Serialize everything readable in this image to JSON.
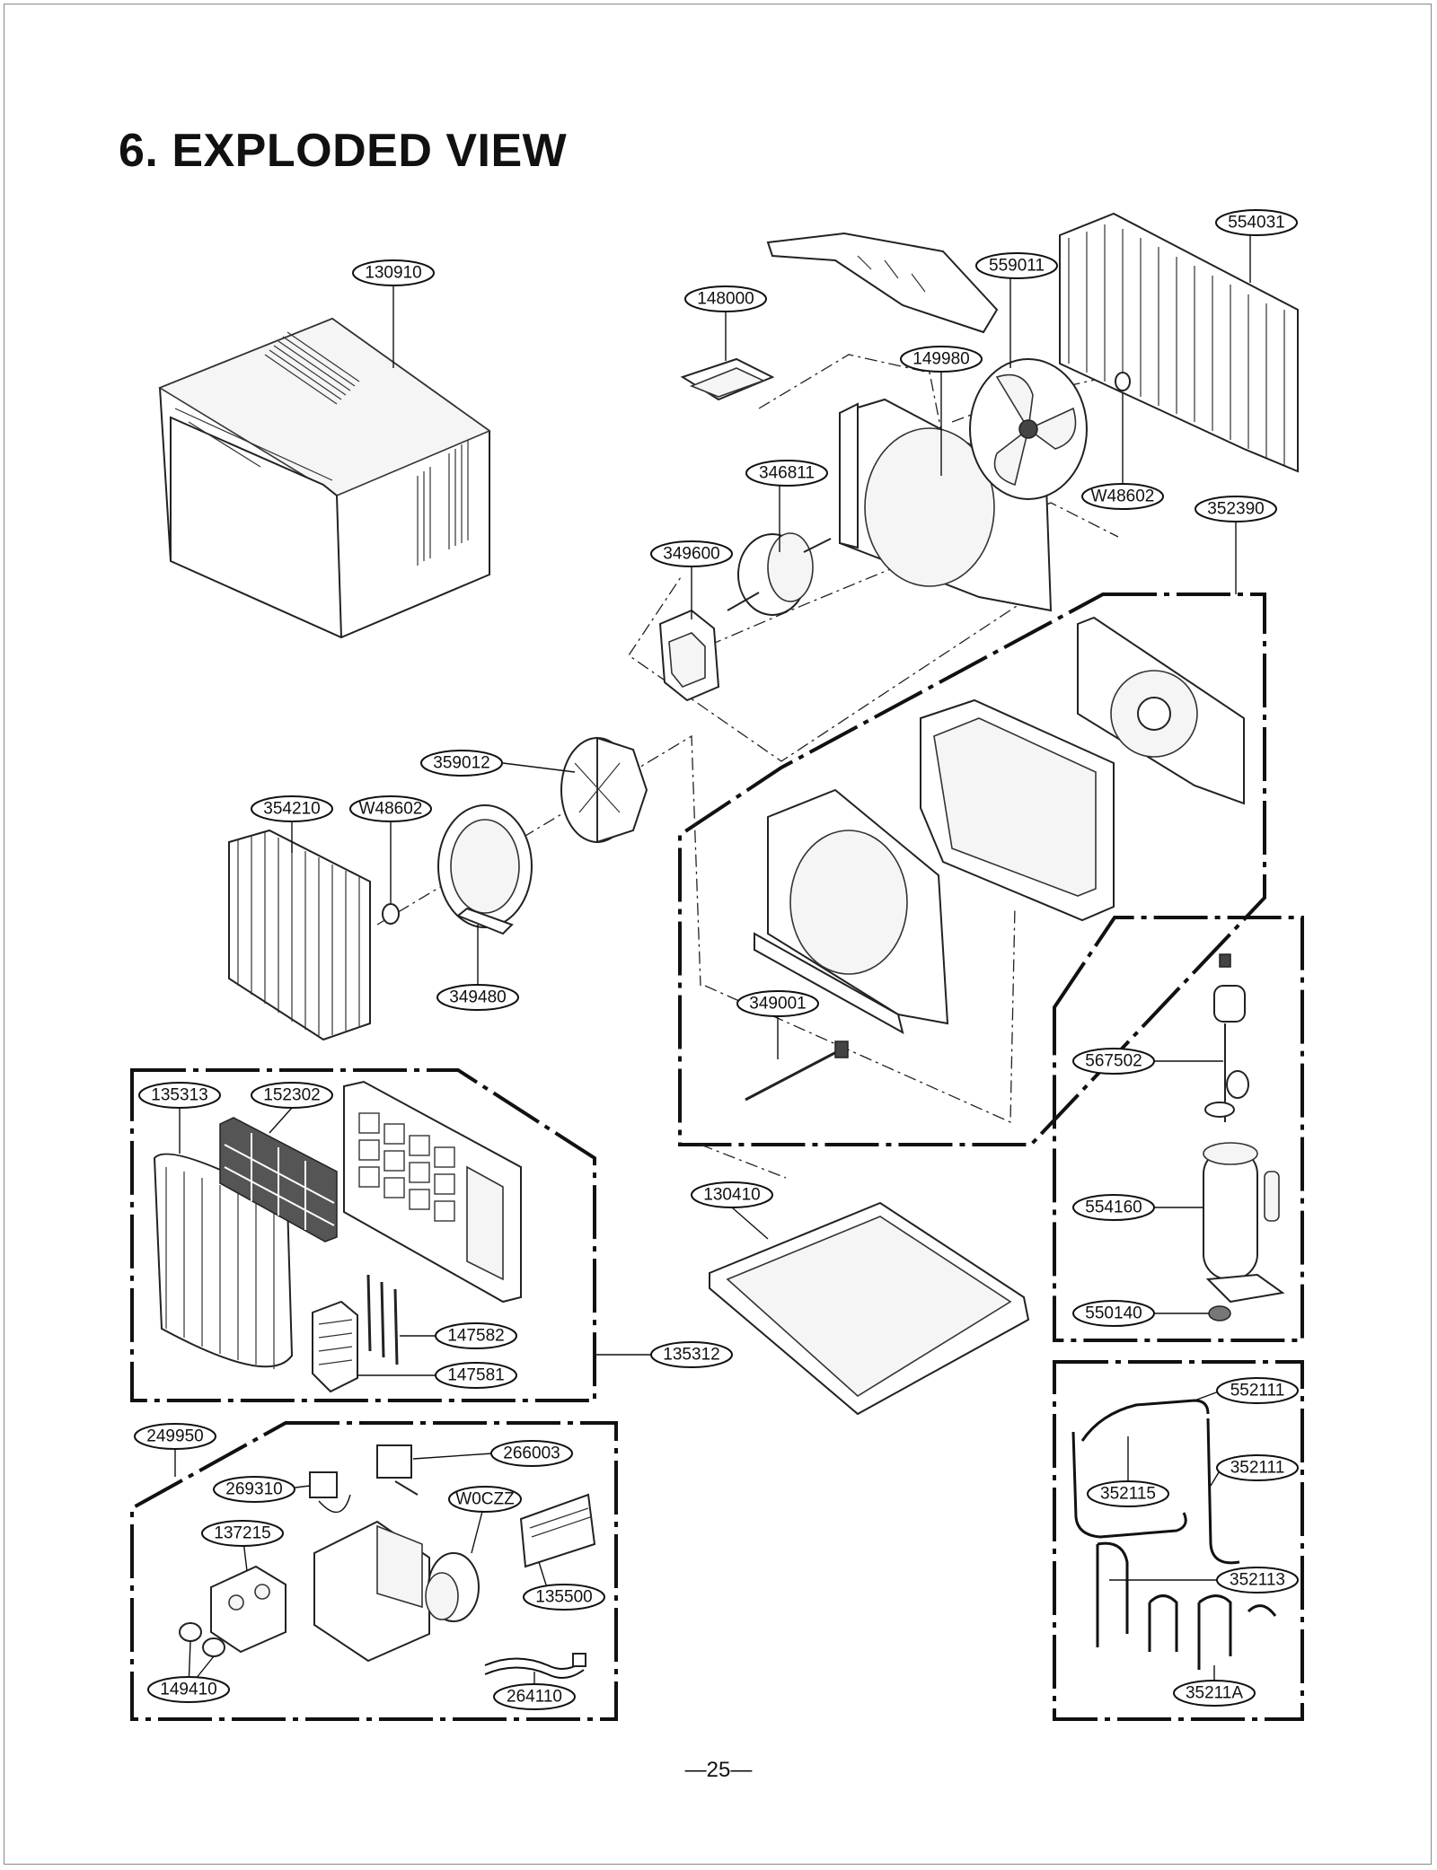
{
  "title": "6. EXPLODED VIEW",
  "page_number": "—25—",
  "part_numbers": {
    "cabinet": "130910",
    "bracket": "148000",
    "shroud": "149980",
    "fan": "559011",
    "condenser_coil": "554031",
    "washer_top": "W48602",
    "motor": "346811",
    "motor_mount": "349600",
    "base_pan_assembly": "352390",
    "blower": "359012",
    "evaporator": "354210",
    "washer_left": "W48602",
    "orifice": "349480",
    "thermistor": "349001",
    "base_pan": "130410",
    "front_grille": "135313",
    "filter": "152302",
    "front_panel": "135312",
    "louver_small": "147582",
    "louver_large": "147581",
    "capacitor_holder": "567502",
    "compressor": "554160",
    "compressor_mount": "550140",
    "control_box": "249950",
    "switch": "269310",
    "relay": "266003",
    "capacitor": "W0CZZ",
    "control_plate": "137215",
    "cover": "135500",
    "knob": "149410",
    "harness": "264110",
    "pipe_discharge": "552111",
    "pipe_suction": "352111",
    "pipe_a": "352115",
    "pipe_b": "352113",
    "pipe_c": "35211A"
  }
}
